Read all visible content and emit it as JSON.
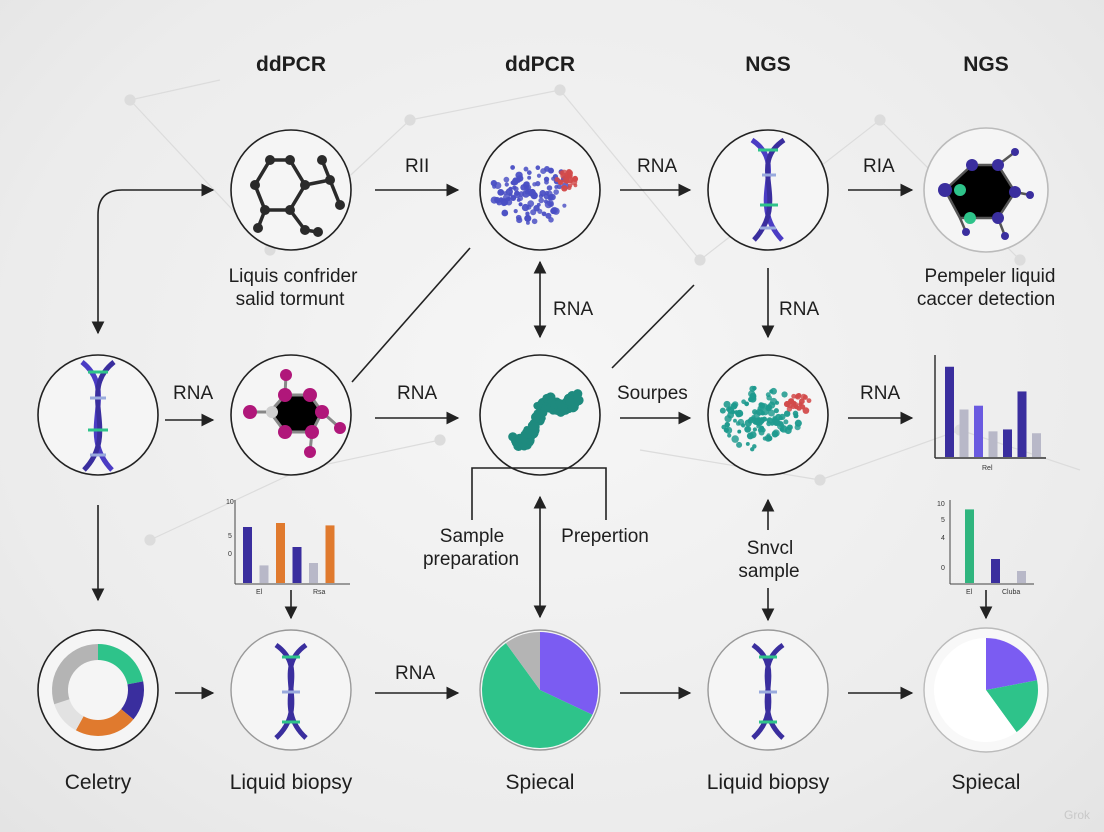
{
  "column_headers": [
    "ddPCR",
    "ddPCR",
    "NGS",
    "NGS"
  ],
  "nodes": {
    "top_molecule_caption": [
      "Liquis confrider",
      "salid tormunt"
    ],
    "top_right_caption": [
      "Pempeler liquid",
      "caccer detection"
    ],
    "middle_left_sample_caption": [
      "Sample",
      "preparation"
    ],
    "middle_right_sample_caption": "Prepertion",
    "snvcl_caption": [
      "Snvcl",
      "sample"
    ]
  },
  "bottom_labels": [
    "Celetry",
    "Liquid biopsy",
    "Spiecal",
    "Liquid biopsy",
    "Spiecal"
  ],
  "edge_labels": {
    "row1_a": "RII",
    "row1_b": "RNA",
    "row1_c": "RIA",
    "row2_a": "RNA",
    "row2_b": "RNA",
    "row2_c": "Sourpes",
    "row2_d": "RNA",
    "vert_center": "RNA",
    "vert_right": "RNA",
    "row3_a": "RNA"
  },
  "mini_chart_left": {
    "type": "bar",
    "y_ticks": [
      "10",
      "5",
      "0"
    ],
    "x_labels": [
      "El",
      "Rsa"
    ],
    "series": [
      {
        "values": [
          7.0,
          2.2,
          7.5,
          4.5,
          2.5,
          7.2
        ]
      }
    ],
    "colors": [
      "#3a2e9e",
      "#b8b8c8",
      "#e07a2e",
      "#3a2e9e",
      "#b8b8c8",
      "#e07a2e"
    ]
  },
  "mini_chart_right": {
    "type": "bar",
    "y_ticks": [
      "10",
      "5",
      "4",
      "0"
    ],
    "x_labels": [
      "El",
      "Cluba"
    ],
    "series": [
      {
        "values": [
          9.2,
          3.0,
          1.5
        ]
      }
    ],
    "colors": [
      "#2fb57e",
      "#3a2e9e",
      "#b8b8c8"
    ]
  },
  "bar_chart_right": {
    "type": "bar",
    "x_label": "Rel",
    "series": [
      {
        "values": [
          9.5,
          5.0,
          5.4,
          2.7,
          2.9,
          6.9,
          2.5
        ]
      }
    ],
    "colors": [
      "#3a2e9e",
      "#b8b8c8",
      "#6a5ae0",
      "#b8b8c8",
      "#3a2e9e",
      "#3a2e9e",
      "#b8b8c8"
    ]
  },
  "pie_center": {
    "type": "pie",
    "values": [
      32,
      58,
      10
    ],
    "colors": [
      "#7b5cf2",
      "#2ec38a",
      "#b4b4b4"
    ]
  },
  "pie_right": {
    "type": "pie",
    "values": [
      22,
      18,
      60
    ],
    "colors": [
      "#7b5cf2",
      "#2ec38a",
      "#ffffff"
    ]
  },
  "donut_left": {
    "type": "pie",
    "values": [
      22,
      14,
      22,
      12,
      30
    ],
    "colors": [
      "#2ec38a",
      "#3a2e9e",
      "#e07a2e",
      "#e2e2e2",
      "#b4b4b4"
    ]
  },
  "watermark": "Grok"
}
